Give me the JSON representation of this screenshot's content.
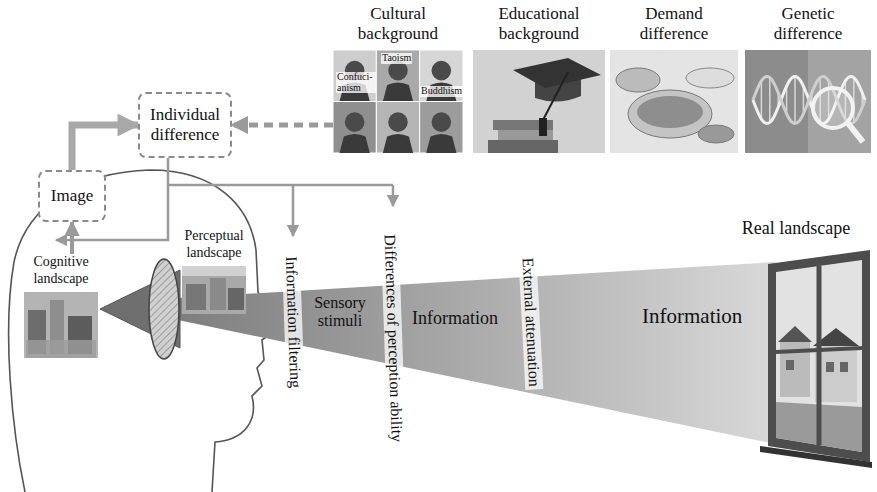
{
  "diagram": {
    "nodes": [
      {
        "text": [
          "Cultural background",
          "Confuci- anism",
          "Taoism",
          "Buddhism"
        ]
      },
      {
        "text": [
          "Educational background"
        ]
      },
      {
        "text": [
          "Demand difference"
        ]
      },
      {
        "text": [
          "Genetic difference"
        ]
      },
      {
        "text": [
          "Individual difference"
        ]
      },
      {
        "text": [
          "Image"
        ]
      },
      {
        "text": [
          "Perceptual landscape"
        ]
      },
      {
        "text": [
          "Cognitive landscape"
        ]
      },
      {
        "text": [
          "Real landscape"
        ]
      }
    ],
    "edges": [
      {
        "from": 0,
        "to": 4,
        "arrow": "to"
      },
      {
        "from": 5,
        "to": 4,
        "arrow": "to"
      },
      {
        "from": 7,
        "to": 5,
        "arrow": "to"
      }
    ],
    "labels": [
      "Information filtering",
      "Differences of perception ability",
      "External attenuation",
      "Sensory stimuli",
      "Information",
      "Information"
    ]
  }
}
